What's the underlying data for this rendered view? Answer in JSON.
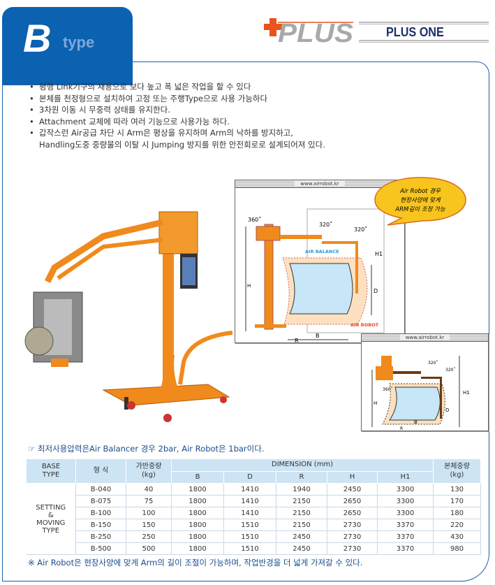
{
  "header": {
    "tab_letter": "B",
    "tab_word": "type",
    "logo_text": "PLUS",
    "brand": "PLUS ONE"
  },
  "features": [
    "평행 Link기구의 채용으로 보다 높고 폭 넓은 작업을 할 수 있다",
    "본체를 천정형으로 설치하여 고정 또는 주행Type으로 사용 가능하다",
    "3차원 이동 시 무중력 상태를 유지한다.",
    "Attachment 교체에 따라 여러 기능으로 사용가능 하다.",
    "갑작스런 Air공급 차단 시 Arm은 평상을 유지하며 Arm의 낙하를 방지하고,",
    "Handling도중 중량물의 이탈 시 Jumping 방지를 위한 안전회로로 설계되어져 있다."
  ],
  "diagram1": {
    "url": "www.airrobot.kr",
    "angles": [
      "360˚",
      "320˚",
      "320˚"
    ],
    "air_balance": "AIR BALANCE",
    "air_robot": "AIR ROBOT",
    "labels": {
      "H": "H",
      "H1": "H1",
      "D": "D",
      "B": "B",
      "R": "R"
    }
  },
  "diagram2": {
    "url": "www.airrobot.kr",
    "angles": [
      "320˚",
      "320˚",
      "360˚"
    ],
    "labels": {
      "H": "H",
      "H1": "H1",
      "D": "D",
      "B": "B",
      "R": "R"
    }
  },
  "bubble": [
    "Air Robot 경우",
    "현장사양에 맞게",
    "ARM길이 조정 가능"
  ],
  "note": "☞ 최저사용압력은Air Balancer 경우 2bar, Air Robot은 1bar이다.",
  "table": {
    "headers": {
      "base_type": [
        "BASE",
        "TYPE"
      ],
      "model": "형  식",
      "load": [
        "가반중량",
        "(kg)"
      ],
      "dimension": "DIMENSION (mm)",
      "dims": [
        "B",
        "D",
        "R",
        "H",
        "H1"
      ],
      "weight": [
        "본체중량",
        "(kg)"
      ]
    },
    "base_type_value": [
      "SETTING",
      "&",
      "MOVING",
      "TYPE"
    ],
    "rows": [
      [
        "B-040",
        "40",
        "1800",
        "1410",
        "1940",
        "2450",
        "3300",
        "130"
      ],
      [
        "B-075",
        "75",
        "1800",
        "1410",
        "2150",
        "2650",
        "3300",
        "170"
      ],
      [
        "B-100",
        "100",
        "1800",
        "1410",
        "2150",
        "2650",
        "3300",
        "180"
      ],
      [
        "B-150",
        "150",
        "1800",
        "1510",
        "2150",
        "2730",
        "3370",
        "220"
      ],
      [
        "B-250",
        "250",
        "1800",
        "1510",
        "2450",
        "2730",
        "3370",
        "430"
      ],
      [
        "B-500",
        "500",
        "1800",
        "1510",
        "2450",
        "2730",
        "3370",
        "980"
      ]
    ]
  },
  "footnote": "※ Air Robot은 현장사양에 맞게 Arm의 길이 조절이 가능하며, 작업반경을 더 넓게 가져갈 수 있다.",
  "colors": {
    "blue": "#0a62b0",
    "orange": "#f08a1c",
    "navy": "#1c2f6b"
  }
}
